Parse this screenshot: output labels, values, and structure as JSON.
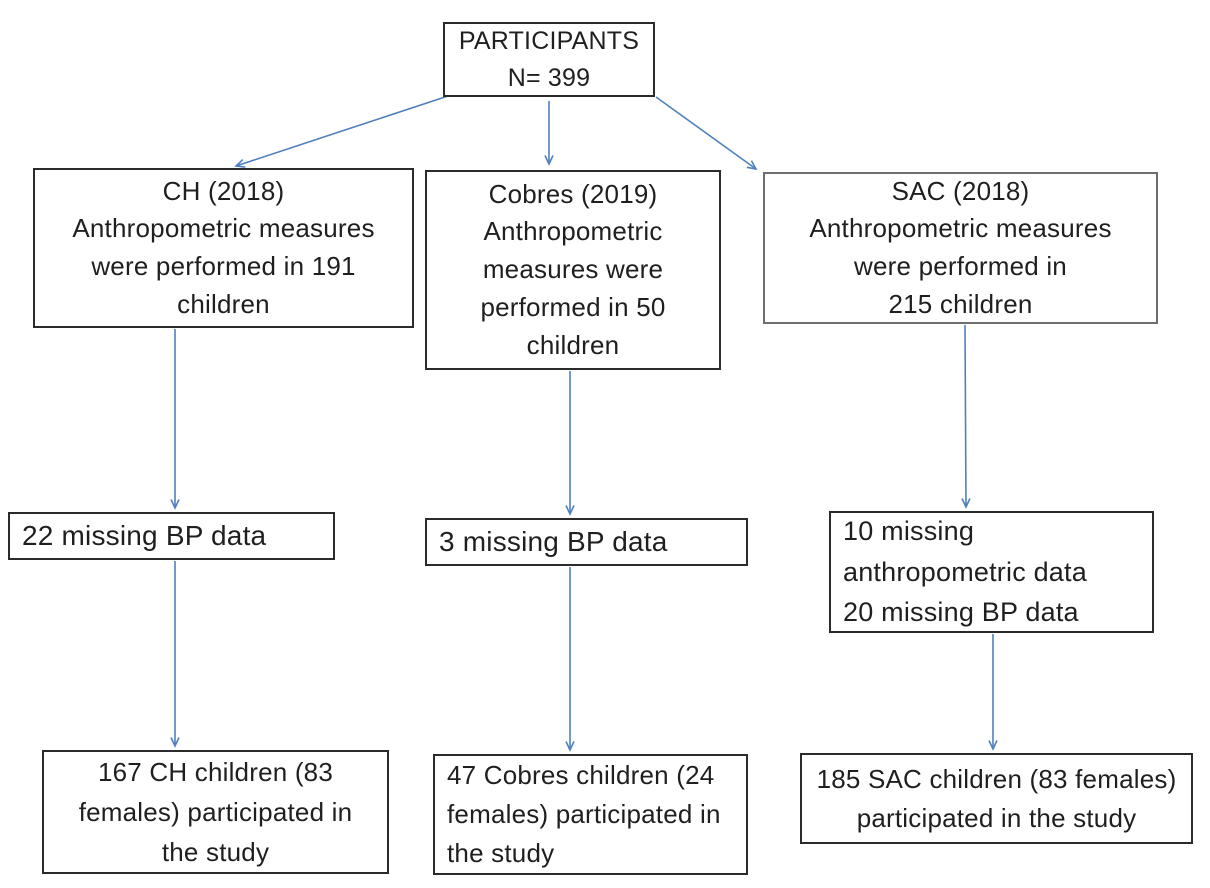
{
  "colors": {
    "background": "#ffffff",
    "text": "#1f1f1f",
    "box_border": "#2b2b2b",
    "box_border_gray": "#6e6e6e",
    "arrow": "#4f81bd"
  },
  "diagram": {
    "type": "flowchart",
    "boxes": {
      "participants": {
        "lines": [
          "PARTICIPANTS",
          "N= 399"
        ]
      },
      "ch": {
        "lines": [
          "CH (2018)",
          "Anthropometric measures",
          "were performed in 191",
          "children"
        ]
      },
      "cobres": {
        "lines": [
          "Cobres (2019)",
          "Anthropometric",
          "measures were",
          "performed in 50",
          "children"
        ]
      },
      "sac": {
        "lines": [
          "SAC (2018)",
          "Anthropometric measures",
          "were performed in",
          "215 children"
        ]
      },
      "ch_missing": {
        "lines": [
          "22 missing BP data"
        ]
      },
      "cobres_missing": {
        "lines": [
          "3 missing BP data"
        ]
      },
      "sac_missing": {
        "lines": [
          "10 missing",
          "anthropometric data",
          "20 missing BP data"
        ]
      },
      "ch_final": {
        "lines": [
          "167 CH children (83",
          "females) participated in",
          "the study"
        ]
      },
      "cobres_final": {
        "lines": [
          "47 Cobres children (24",
          "females) participated in",
          "the study"
        ]
      },
      "sac_final": {
        "lines": [
          "185 SAC children (83 females)",
          "participated in the study"
        ]
      }
    },
    "edges": [
      "participants -> ch",
      "participants -> cobres",
      "participants -> sac",
      "ch -> ch_missing",
      "ch_missing -> ch_final",
      "cobres -> cobres_missing",
      "cobres_missing -> cobres_final",
      "sac -> sac_missing",
      "sac_missing -> sac_final"
    ]
  }
}
